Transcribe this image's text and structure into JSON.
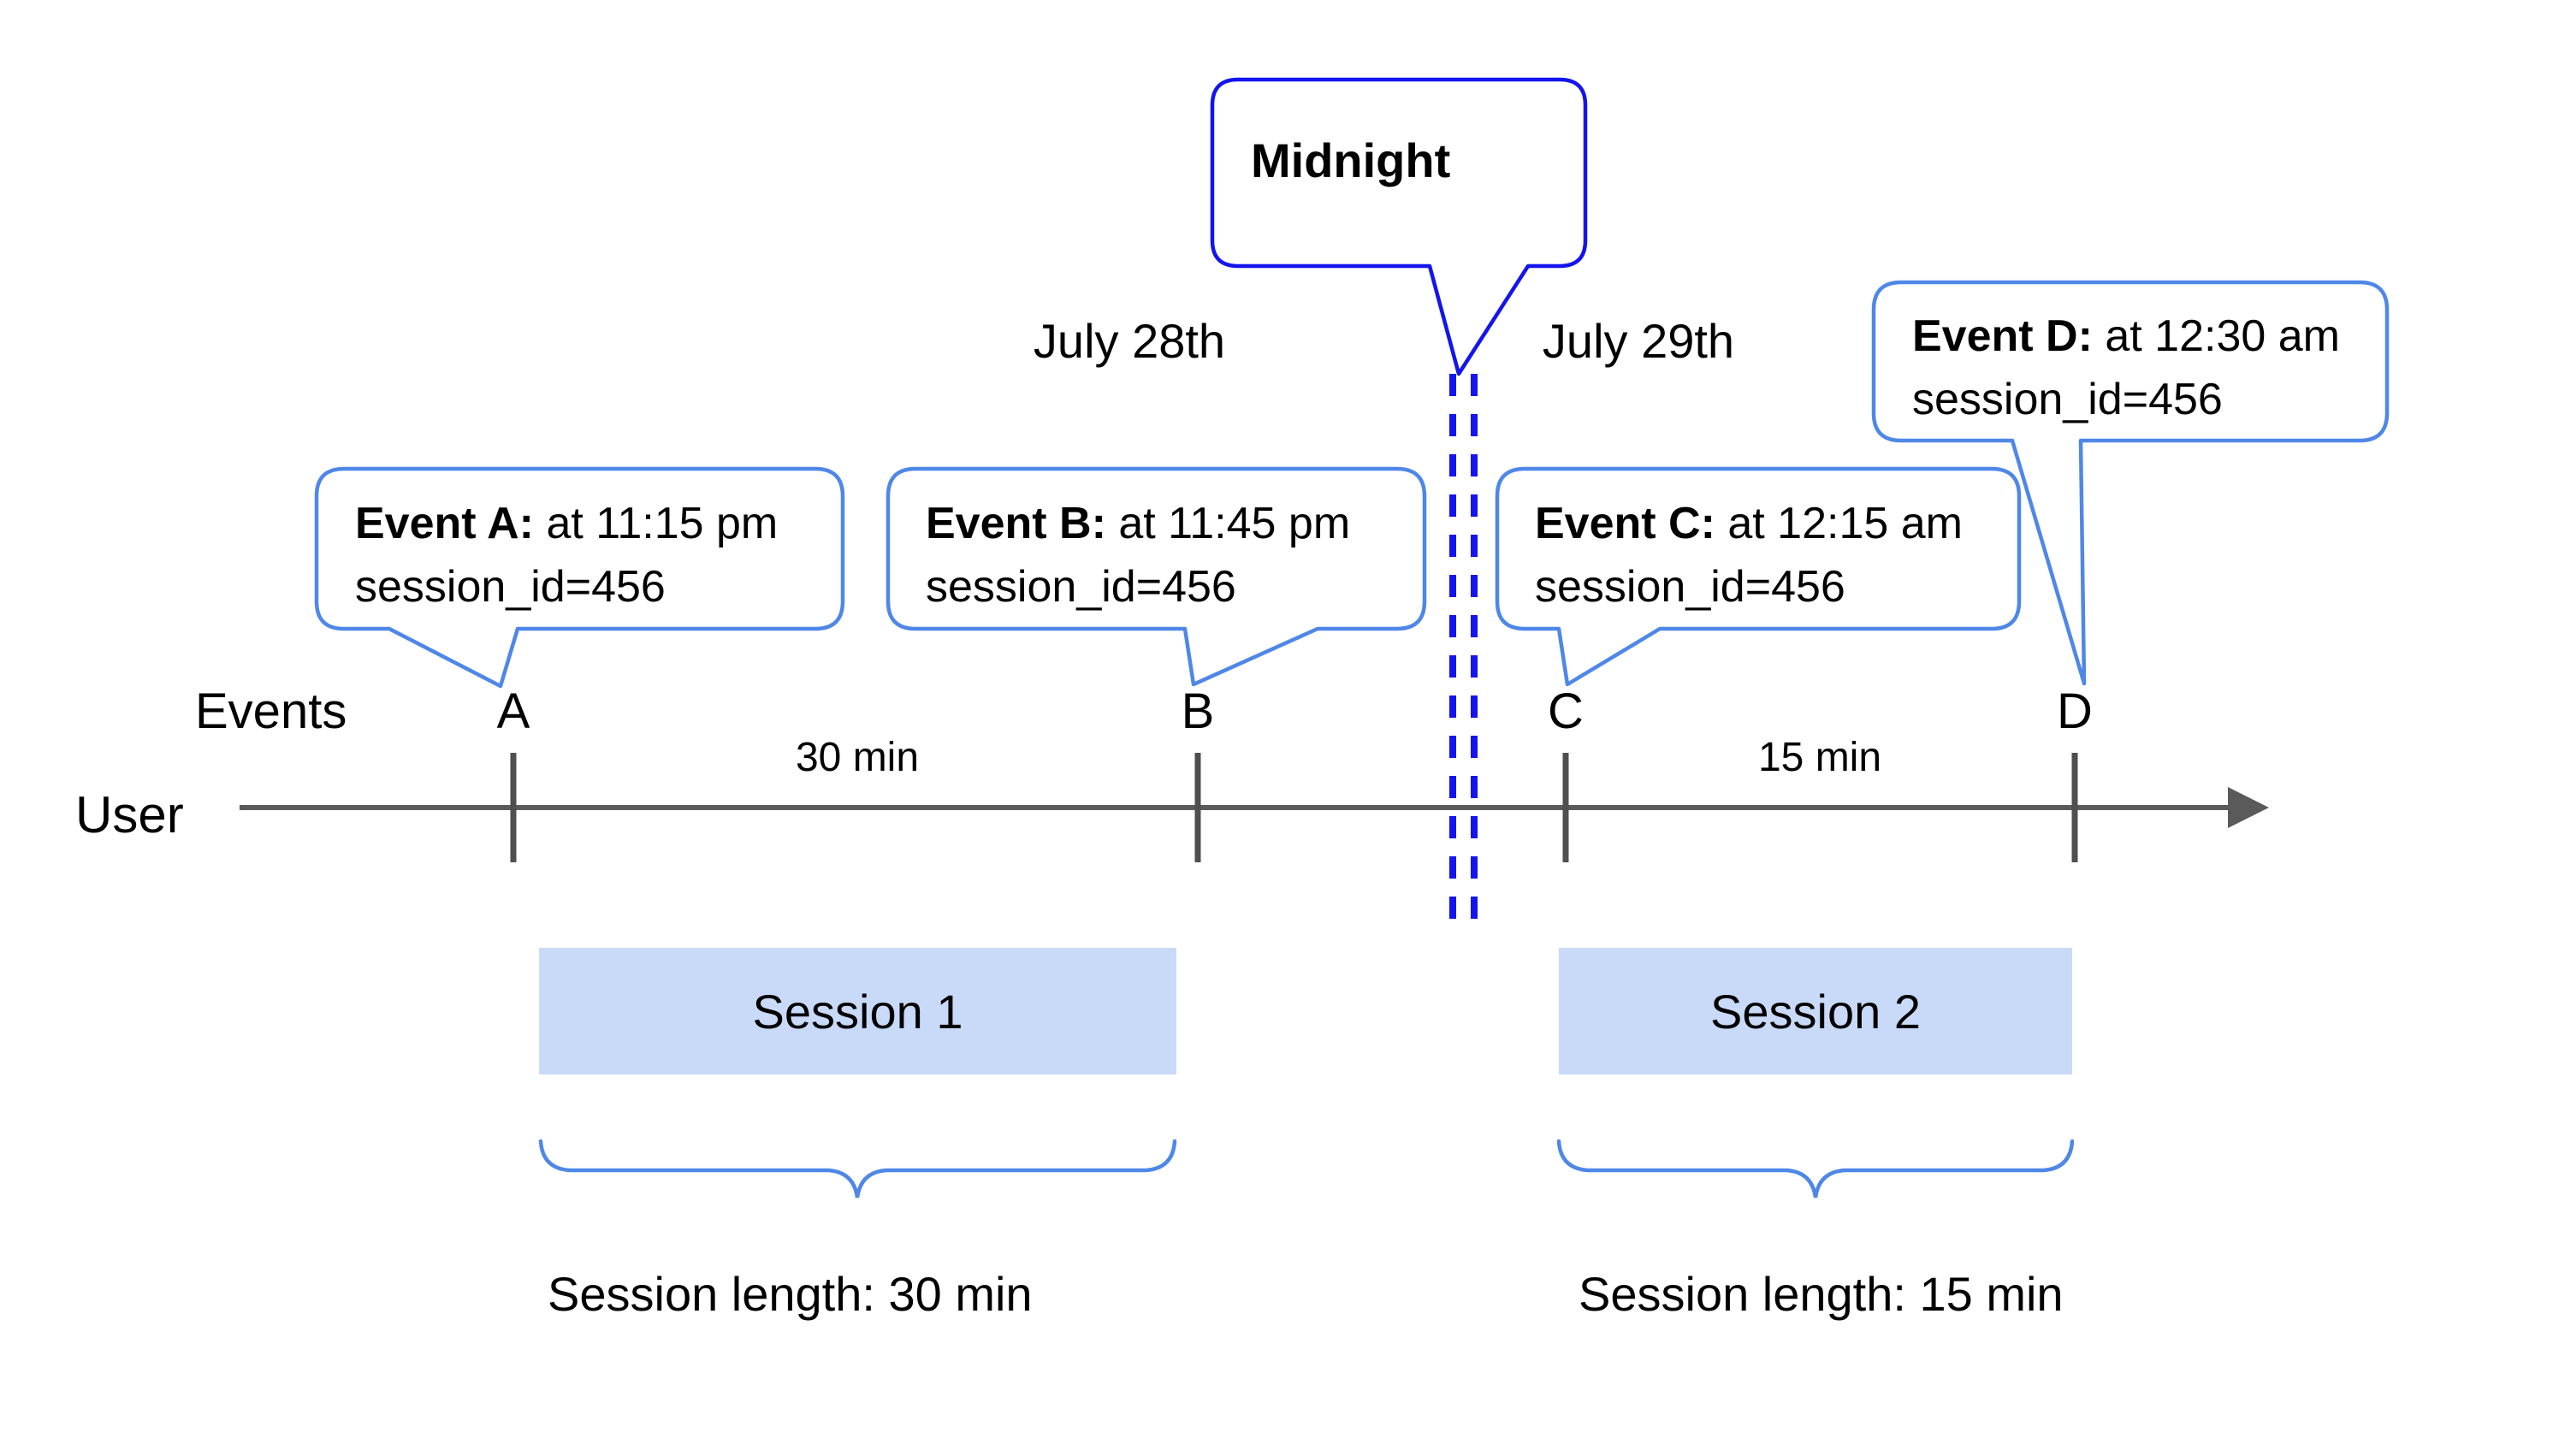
{
  "colors": {
    "deep_blue": "#1414ee",
    "callout_blue": "#4f87e8",
    "session_fill": "#c9daf8",
    "axis_gray": "#5a5a5a",
    "tick_gray": "#4f4f4f",
    "text": "#000000"
  },
  "midnight": {
    "label": "Midnight"
  },
  "dates": {
    "before": "July 28th",
    "after": "July 29th"
  },
  "callouts": [
    {
      "id": "A",
      "title": "Event A:",
      "detail": " at 11:15 pm",
      "meta": "session_id=456"
    },
    {
      "id": "B",
      "title": "Event B:",
      "detail": " at 11:45 pm",
      "meta": "session_id=456"
    },
    {
      "id": "C",
      "title": "Event C:",
      "detail": " at 12:15 am",
      "meta": "session_id=456"
    },
    {
      "id": "D",
      "title": "Event D:",
      "detail": " at 12:30 am",
      "meta": "session_id=456"
    }
  ],
  "axis": {
    "events_label": "Events",
    "user_label": "User",
    "event_ticks": [
      "A",
      "B",
      "C",
      "D"
    ],
    "gaps": [
      {
        "label": "30 min"
      },
      {
        "label": "15 min"
      }
    ]
  },
  "sessions": [
    {
      "name": "Session 1",
      "length": "Session length: 30 min"
    },
    {
      "name": "Session 2",
      "length": "Session length: 15 min"
    }
  ]
}
